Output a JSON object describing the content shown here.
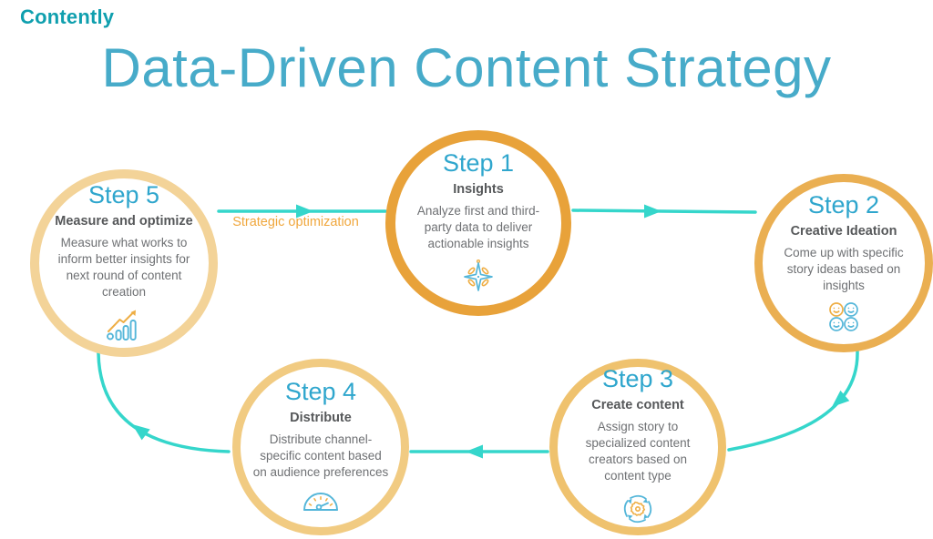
{
  "brand": {
    "logo_text": "Contently"
  },
  "title": "Data-Driven Content Strategy",
  "flow": {
    "optimization_label": "Strategic optimization"
  },
  "colors": {
    "logo": "#0f9fae",
    "title": "#47abc9",
    "step_heading": "#2fa6cd",
    "step_subtitle": "#56585a",
    "step_body": "#6e7073",
    "arrow": "#35d6cb",
    "flow_label": "#f0a73d",
    "icon_teal": "#54b6d9",
    "icon_orange": "#eeae45",
    "ring_step1": "#e8a23a",
    "ring_step2": "#eaaf52",
    "ring_step3": "#efc26e",
    "ring_step4": "#f1cb82",
    "ring_step5": "#f3d398"
  },
  "steps": [
    {
      "heading": "Step 1",
      "subtitle": "Insights",
      "description": "Analyze first and third-party data to deliver actionable insights",
      "icon": "north-star-icon"
    },
    {
      "heading": "Step 2",
      "subtitle": "Creative Ideation",
      "description": "Come up with specific story ideas based on insights",
      "icon": "smileys-grid-icon"
    },
    {
      "heading": "Step 3",
      "subtitle": "Create content",
      "description": "Assign story to specialized content creators based on content type",
      "icon": "gear-sync-icon"
    },
    {
      "heading": "Step 4",
      "subtitle": "Distribute",
      "description": "Distribute channel-specific content based on audience preferences",
      "icon": "gauge-icon"
    },
    {
      "heading": "Step 5",
      "subtitle": "Measure and optimize",
      "description": "Measure what works to inform better insights for next round of content creation",
      "icon": "growth-chart-icon"
    }
  ]
}
